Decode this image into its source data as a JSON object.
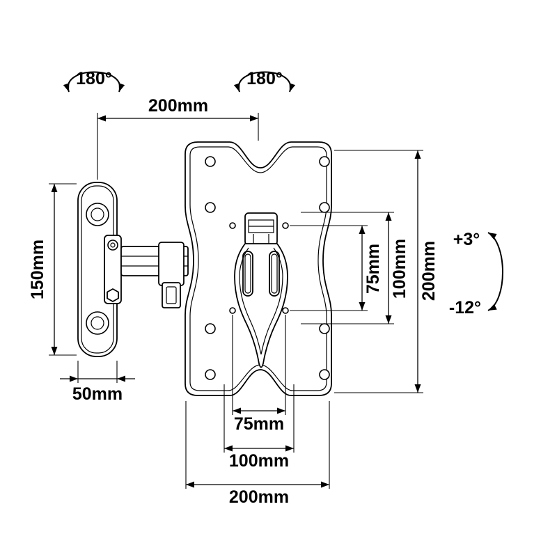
{
  "diagram": {
    "swivel": {
      "left": "180°",
      "right": "180°"
    },
    "tilt": {
      "up": "+3°",
      "down": "-12°"
    },
    "dims": {
      "top_width": "200mm",
      "wall_height": "150mm",
      "wall_width": "50mm",
      "right_75": "75mm",
      "right_100": "100mm",
      "right_200": "200mm",
      "bottom_75": "75mm",
      "bottom_100": "100mm",
      "bottom_200": "200mm"
    },
    "colors": {
      "line": "#000000",
      "background": "#ffffff"
    }
  }
}
